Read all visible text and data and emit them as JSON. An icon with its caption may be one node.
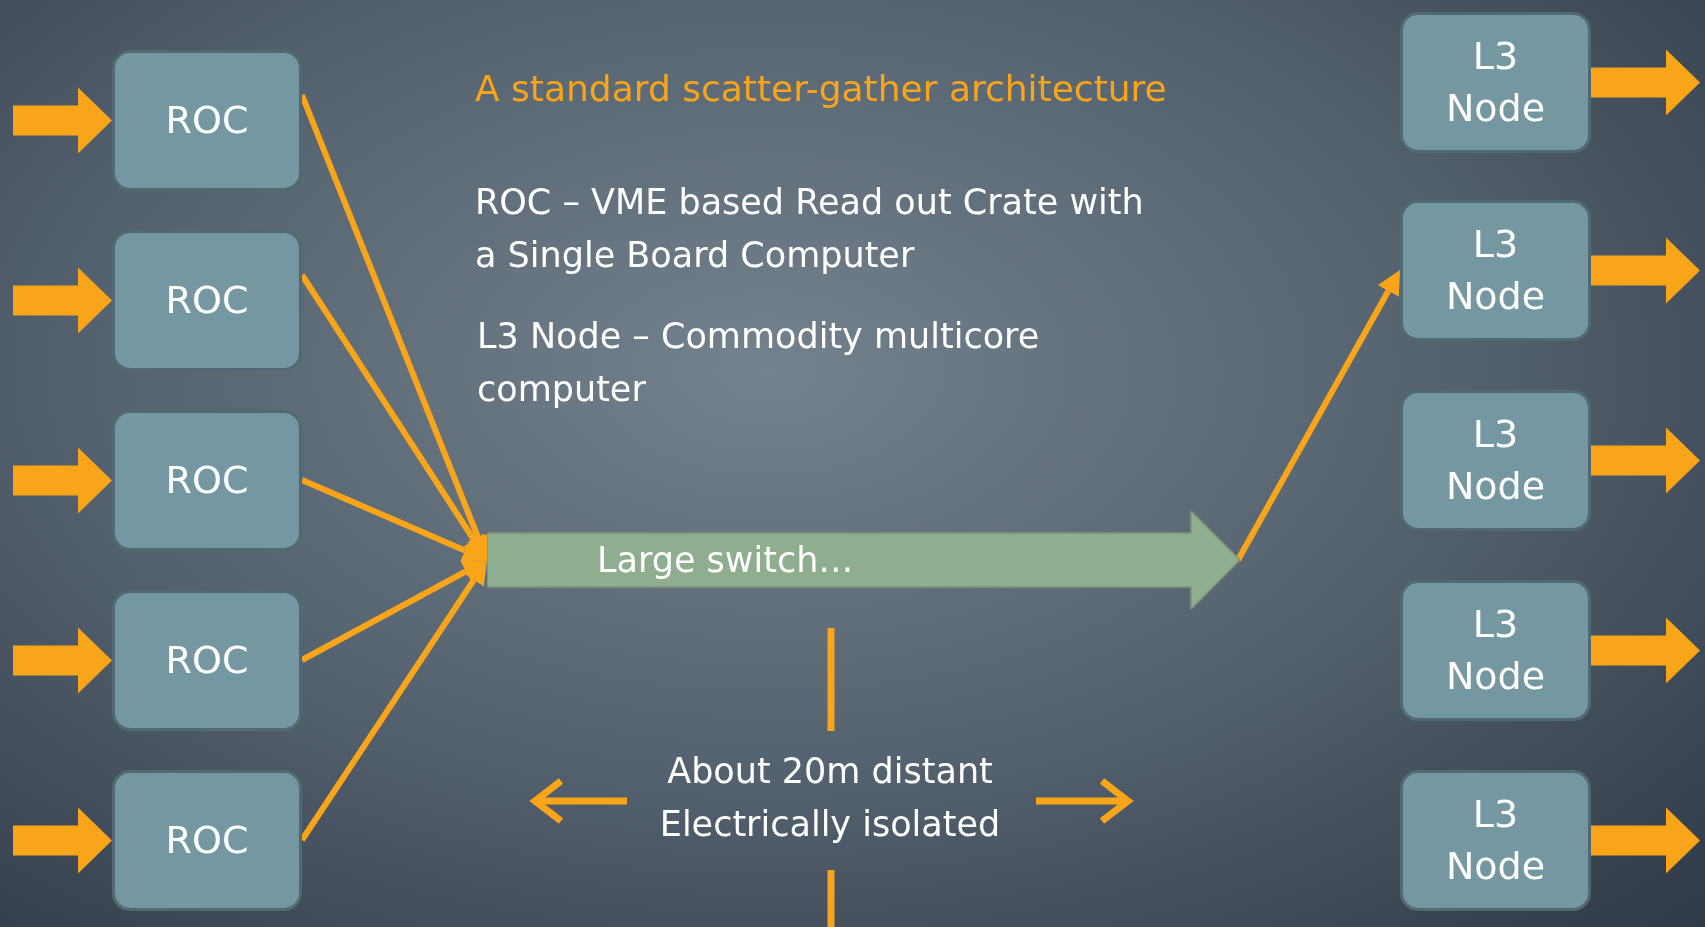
{
  "diagram": {
    "title": "A standard scatter-gather architecture",
    "nodes": [
      {
        "text": [
          "ROC"
        ]
      },
      {
        "text": [
          "ROC"
        ]
      },
      {
        "text": [
          "ROC"
        ]
      },
      {
        "text": [
          "ROC"
        ]
      },
      {
        "text": [
          "ROC"
        ]
      },
      {
        "text": [
          "Large switch…"
        ]
      },
      {
        "text": [
          "L3 Node"
        ]
      },
      {
        "text": [
          "L3 Node"
        ]
      },
      {
        "text": [
          "L3 Node"
        ]
      },
      {
        "text": [
          "L3 Node"
        ]
      },
      {
        "text": [
          "L3 Node"
        ]
      }
    ],
    "edges": [
      {
        "from": null,
        "to": 0,
        "arrow": "to",
        "style": "thick"
      },
      {
        "from": null,
        "to": 1,
        "arrow": "to",
        "style": "thick"
      },
      {
        "from": null,
        "to": 2,
        "arrow": "to",
        "style": "thick"
      },
      {
        "from": null,
        "to": 3,
        "arrow": "to",
        "style": "thick"
      },
      {
        "from": null,
        "to": 4,
        "arrow": "to",
        "style": "thick"
      },
      {
        "from": 0,
        "to": 5,
        "arrow": "to"
      },
      {
        "from": 1,
        "to": 5,
        "arrow": "to"
      },
      {
        "from": 2,
        "to": 5,
        "arrow": "to"
      },
      {
        "from": 3,
        "to": 5,
        "arrow": "to"
      },
      {
        "from": 4,
        "to": 5,
        "arrow": "to"
      },
      {
        "from": 5,
        "to": 7,
        "arrow": "to"
      },
      {
        "from": 6,
        "to": null,
        "arrow": "to",
        "style": "thick"
      },
      {
        "from": 7,
        "to": null,
        "arrow": "to",
        "style": "thick"
      },
      {
        "from": 8,
        "to": null,
        "arrow": "to",
        "style": "thick"
      },
      {
        "from": 9,
        "to": null,
        "arrow": "to",
        "style": "thick"
      },
      {
        "from": 10,
        "to": null,
        "arrow": "to",
        "style": "thick"
      }
    ],
    "labels": [
      "ROC – VME based Read out Crate with a Single Board Computer",
      "L3 Node – Commodity multicore computer",
      "About 20m distant Electrically isolated"
    ]
  }
}
